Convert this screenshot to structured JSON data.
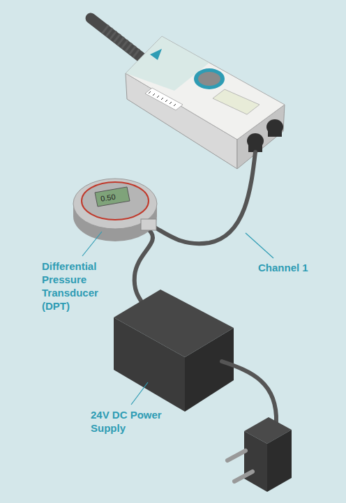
{
  "diagram": {
    "labels": [
      "0.50",
      "Differential Pressure Transducer (DPT)",
      "Channel 1",
      "24V DC Power Supply"
    ]
  }
}
